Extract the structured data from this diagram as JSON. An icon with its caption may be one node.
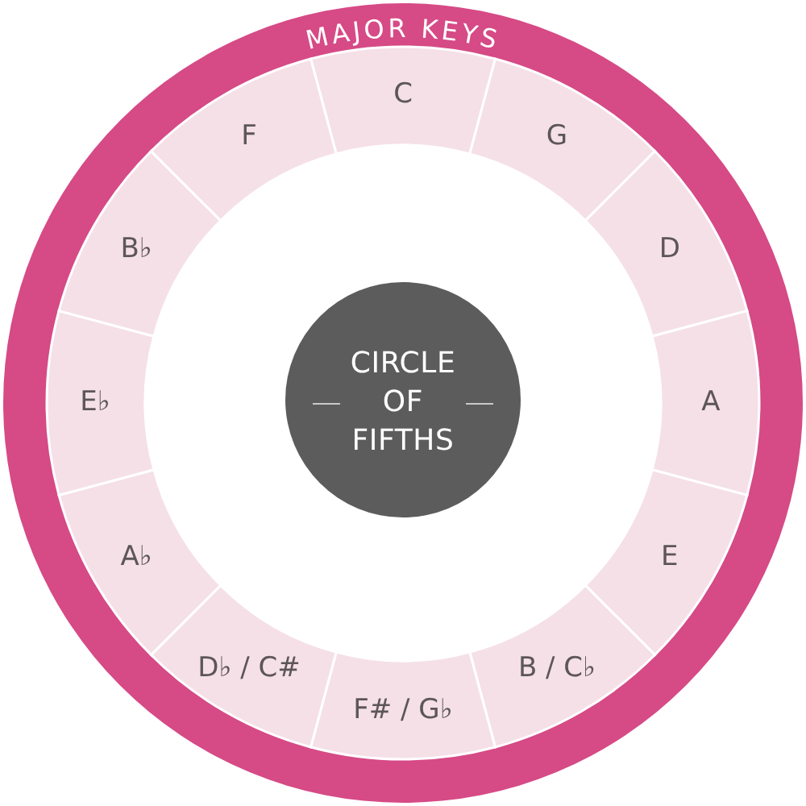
{
  "diagram": {
    "nodes": [
      {
        "text": [
          "MAJOR KEYS"
        ]
      },
      {
        "text": [
          "C"
        ],
        "in": 0
      },
      {
        "text": [
          "G"
        ],
        "in": 0
      },
      {
        "text": [
          "D"
        ],
        "in": 0
      },
      {
        "text": [
          "A"
        ],
        "in": 0
      },
      {
        "text": [
          "E"
        ],
        "in": 0
      },
      {
        "text": [
          "B / C♭"
        ],
        "in": 0
      },
      {
        "text": [
          "F# / G♭"
        ],
        "in": 0
      },
      {
        "text": [
          "D♭ / C#"
        ],
        "in": 0
      },
      {
        "text": [
          "A♭"
        ],
        "in": 0
      },
      {
        "text": [
          "E♭"
        ],
        "in": 0
      },
      {
        "text": [
          "B♭"
        ],
        "in": 0
      },
      {
        "text": [
          "F"
        ],
        "in": 0
      },
      {
        "text": [
          "CIRCLE OF FIFTHS"
        ],
        "in": 0
      }
    ]
  }
}
